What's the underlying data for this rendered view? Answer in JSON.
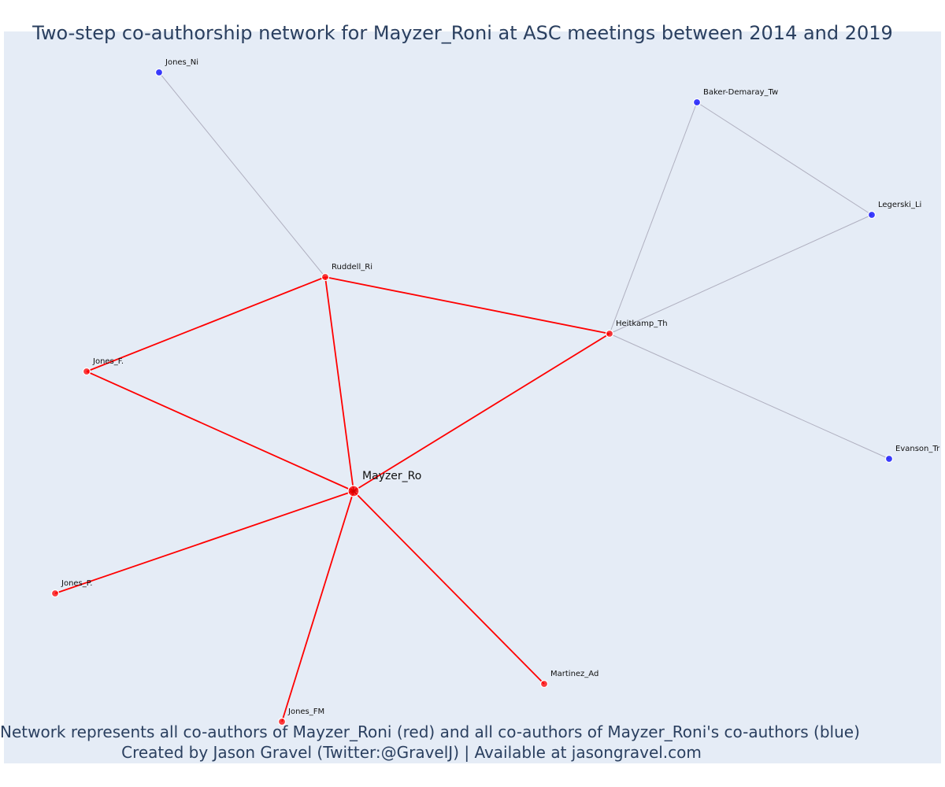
{
  "title": "Two-step co-authorship network for Mayzer_Roni at ASC meetings between 2014 and 2019",
  "caption": {
    "line1": "Network represents all co-authors of Mayzer_Roni (red) and all co-authors of Mayzer_Roni's co-authors (blue)",
    "line2": "Created by Jason Gravel (Twitter:@GravelJ) | Available at jasongravel.com"
  },
  "colors": {
    "background": "#e5ecf6",
    "ego": "#ff0000",
    "first_degree": "#ff0000",
    "second_degree": "#0000ff",
    "first_degree_edge": "#ff0000",
    "second_degree_edge": "#b0b0c0"
  },
  "nodes": [
    {
      "id": "Mayzer_Ro",
      "label": "Mayzer_Ro",
      "group": "ego"
    },
    {
      "id": "Ruddell_Ri",
      "label": "Ruddell_Ri",
      "group": "first"
    },
    {
      "id": "Heitkamp_Th",
      "label": "Heitkamp_Th",
      "group": "first"
    },
    {
      "id": "Jones_F.",
      "label": "Jones_F.",
      "group": "first"
    },
    {
      "id": "Jones_P.",
      "label": "Jones_P.",
      "group": "first"
    },
    {
      "id": "Jones_FM",
      "label": "Jones_FM",
      "group": "first"
    },
    {
      "id": "Martinez_Ad",
      "label": "Martinez_Ad",
      "group": "first"
    },
    {
      "id": "Jones_Ni",
      "label": "Jones_Ni",
      "group": "second"
    },
    {
      "id": "Baker-Demaray_Tw",
      "label": "Baker-Demaray_Tw",
      "group": "second"
    },
    {
      "id": "Legerski_Li",
      "label": "Legerski_Li",
      "group": "second"
    },
    {
      "id": "Evanson_Tr",
      "label": "Evanson_Tr",
      "group": "second"
    }
  ],
  "edges": [
    {
      "source": "Mayzer_Ro",
      "target": "Ruddell_Ri",
      "type": "first"
    },
    {
      "source": "Mayzer_Ro",
      "target": "Heitkamp_Th",
      "type": "first"
    },
    {
      "source": "Mayzer_Ro",
      "target": "Jones_F.",
      "type": "first"
    },
    {
      "source": "Mayzer_Ro",
      "target": "Jones_P.",
      "type": "first"
    },
    {
      "source": "Mayzer_Ro",
      "target": "Jones_FM",
      "type": "first"
    },
    {
      "source": "Mayzer_Ro",
      "target": "Martinez_Ad",
      "type": "first"
    },
    {
      "source": "Ruddell_Ri",
      "target": "Heitkamp_Th",
      "type": "first"
    },
    {
      "source": "Ruddell_Ri",
      "target": "Jones_F.",
      "type": "first"
    },
    {
      "source": "Ruddell_Ri",
      "target": "Jones_Ni",
      "type": "second"
    },
    {
      "source": "Heitkamp_Th",
      "target": "Baker-Demaray_Tw",
      "type": "second"
    },
    {
      "source": "Heitkamp_Th",
      "target": "Legerski_Li",
      "type": "second"
    },
    {
      "source": "Heitkamp_Th",
      "target": "Evanson_Tr",
      "type": "second"
    },
    {
      "source": "Baker-Demaray_Tw",
      "target": "Legerski_Li",
      "type": "second"
    }
  ]
}
